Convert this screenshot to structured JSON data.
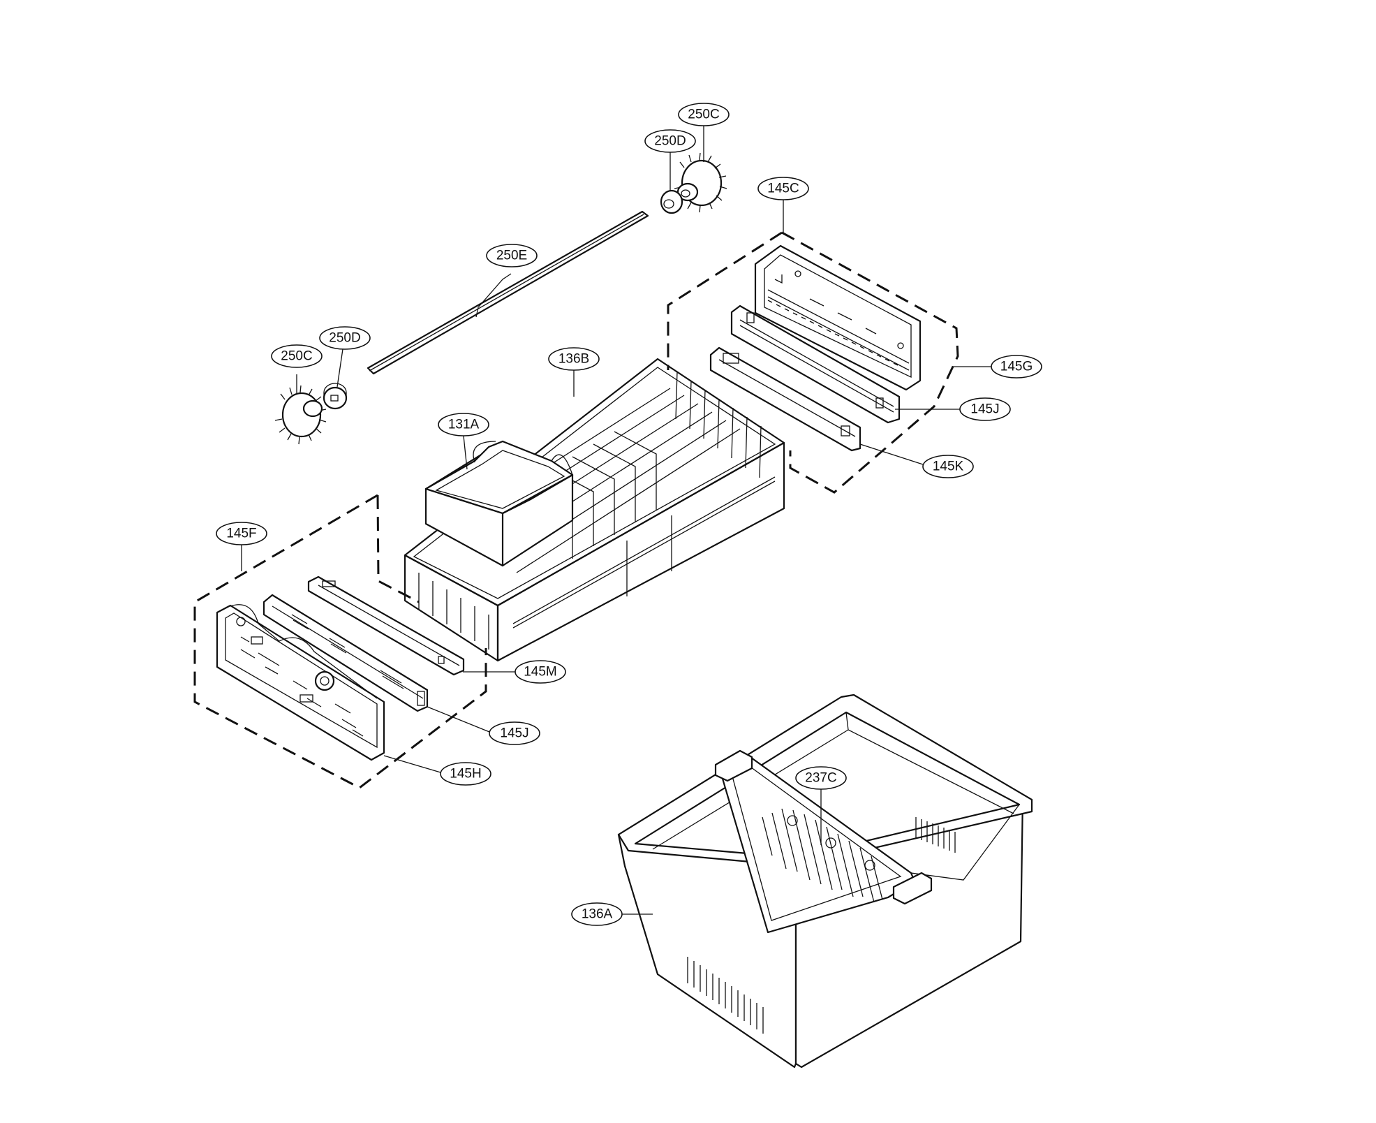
{
  "callouts": [
    {
      "id": "c250C_top",
      "label": "250C"
    },
    {
      "id": "c250D_top",
      "label": "250D"
    },
    {
      "id": "c145C",
      "label": "145C"
    },
    {
      "id": "c250E",
      "label": "250E"
    },
    {
      "id": "c250D_left",
      "label": "250D"
    },
    {
      "id": "c250C_left",
      "label": "250C"
    },
    {
      "id": "c136B",
      "label": "136B"
    },
    {
      "id": "c145G",
      "label": "145G"
    },
    {
      "id": "c145J_right",
      "label": "145J"
    },
    {
      "id": "c131A",
      "label": "131A"
    },
    {
      "id": "c145K",
      "label": "145K"
    },
    {
      "id": "c145F",
      "label": "145F"
    },
    {
      "id": "c145M",
      "label": "145M"
    },
    {
      "id": "c145J_left",
      "label": "145J"
    },
    {
      "id": "c145H",
      "label": "145H"
    },
    {
      "id": "c237C",
      "label": "237C"
    },
    {
      "id": "c136A",
      "label": "136A"
    }
  ]
}
